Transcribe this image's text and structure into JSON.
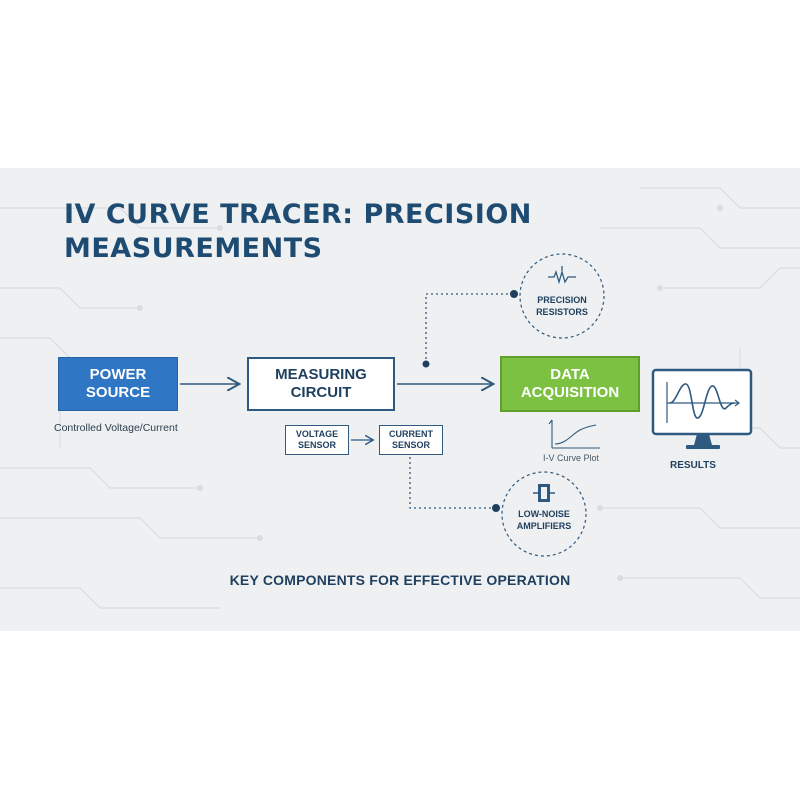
{
  "title": "IV CURVE TRACER: PRECISION MEASUREMENTS",
  "blocks": {
    "power_source": "POWER SOURCE",
    "measuring_circuit": "MEASURING CIRCUIT",
    "data_acquisition": "DATA ACQUISITION",
    "voltage_sensor": "VOLTAGE SENSOR",
    "current_sensor": "CURRENT SENSOR"
  },
  "captions": {
    "power_source": "Controlled Voltage/Current",
    "iv_plot": "I-V Curve Plot",
    "results": "RESULTS"
  },
  "components": {
    "precision_resistors": "PRECISION RESISTORS",
    "low_noise_amplifiers": "LOW-NOISE AMPLIFIERS"
  },
  "footer": "KEY COMPONENTS FOR EFFECTIVE OPERATION",
  "colors": {
    "title": "#1d4b72",
    "power_source": "#2f76c4",
    "data_acquisition": "#7dc143",
    "lines": "#2e5a80"
  },
  "icons": {
    "precision_resistors": "resistor-icon",
    "low_noise_amplifiers": "amplifier-icon",
    "results": "monitor-waveform-icon",
    "iv_plot": "iv-curve-icon"
  }
}
